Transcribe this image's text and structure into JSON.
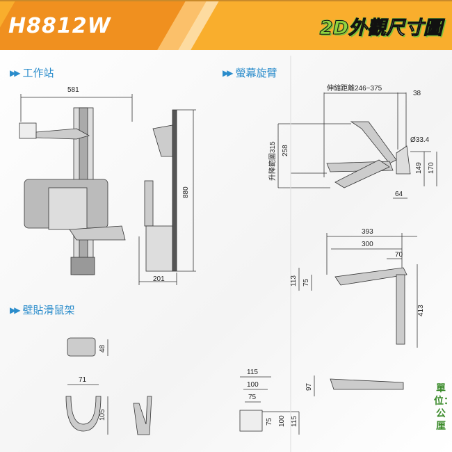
{
  "header": {
    "model": "H8812W",
    "title_2d": "2D",
    "title_look": "外觀",
    "title_dim": "尺寸圖"
  },
  "sections": {
    "workstation": "工作站",
    "monitor_arm": "螢幕旋臂",
    "mouse_holder": "壁貼滑鼠架"
  },
  "colors": {
    "accent": "#2a8ccb",
    "header_orange": "#f0901f",
    "header_yellow": "#f9ae2d",
    "unit_green": "#3a8a2a"
  },
  "dims": {
    "ws_width": "581",
    "ws_height": "880",
    "ws_depth": "201",
    "arm_reach": "伸縮距離246~375",
    "arm_38": "38",
    "arm_lift": "升降範圍315",
    "arm_258": "258",
    "arm_pole": "Ø33.4",
    "arm_149": "149",
    "arm_170": "170",
    "arm_64": "64",
    "top_393": "393",
    "top_300": "300",
    "top_70": "70",
    "top_113": "113",
    "top_75": "75",
    "top_413": "413",
    "mouse_48": "48",
    "mouse_71": "71",
    "mouse_105": "105",
    "vesa_115w": "115",
    "vesa_100w": "100",
    "vesa_75w": "75",
    "vesa_75h": "75",
    "vesa_100h": "100",
    "vesa_115h": "115",
    "side_97": "97"
  },
  "unit": "單位：公厘"
}
